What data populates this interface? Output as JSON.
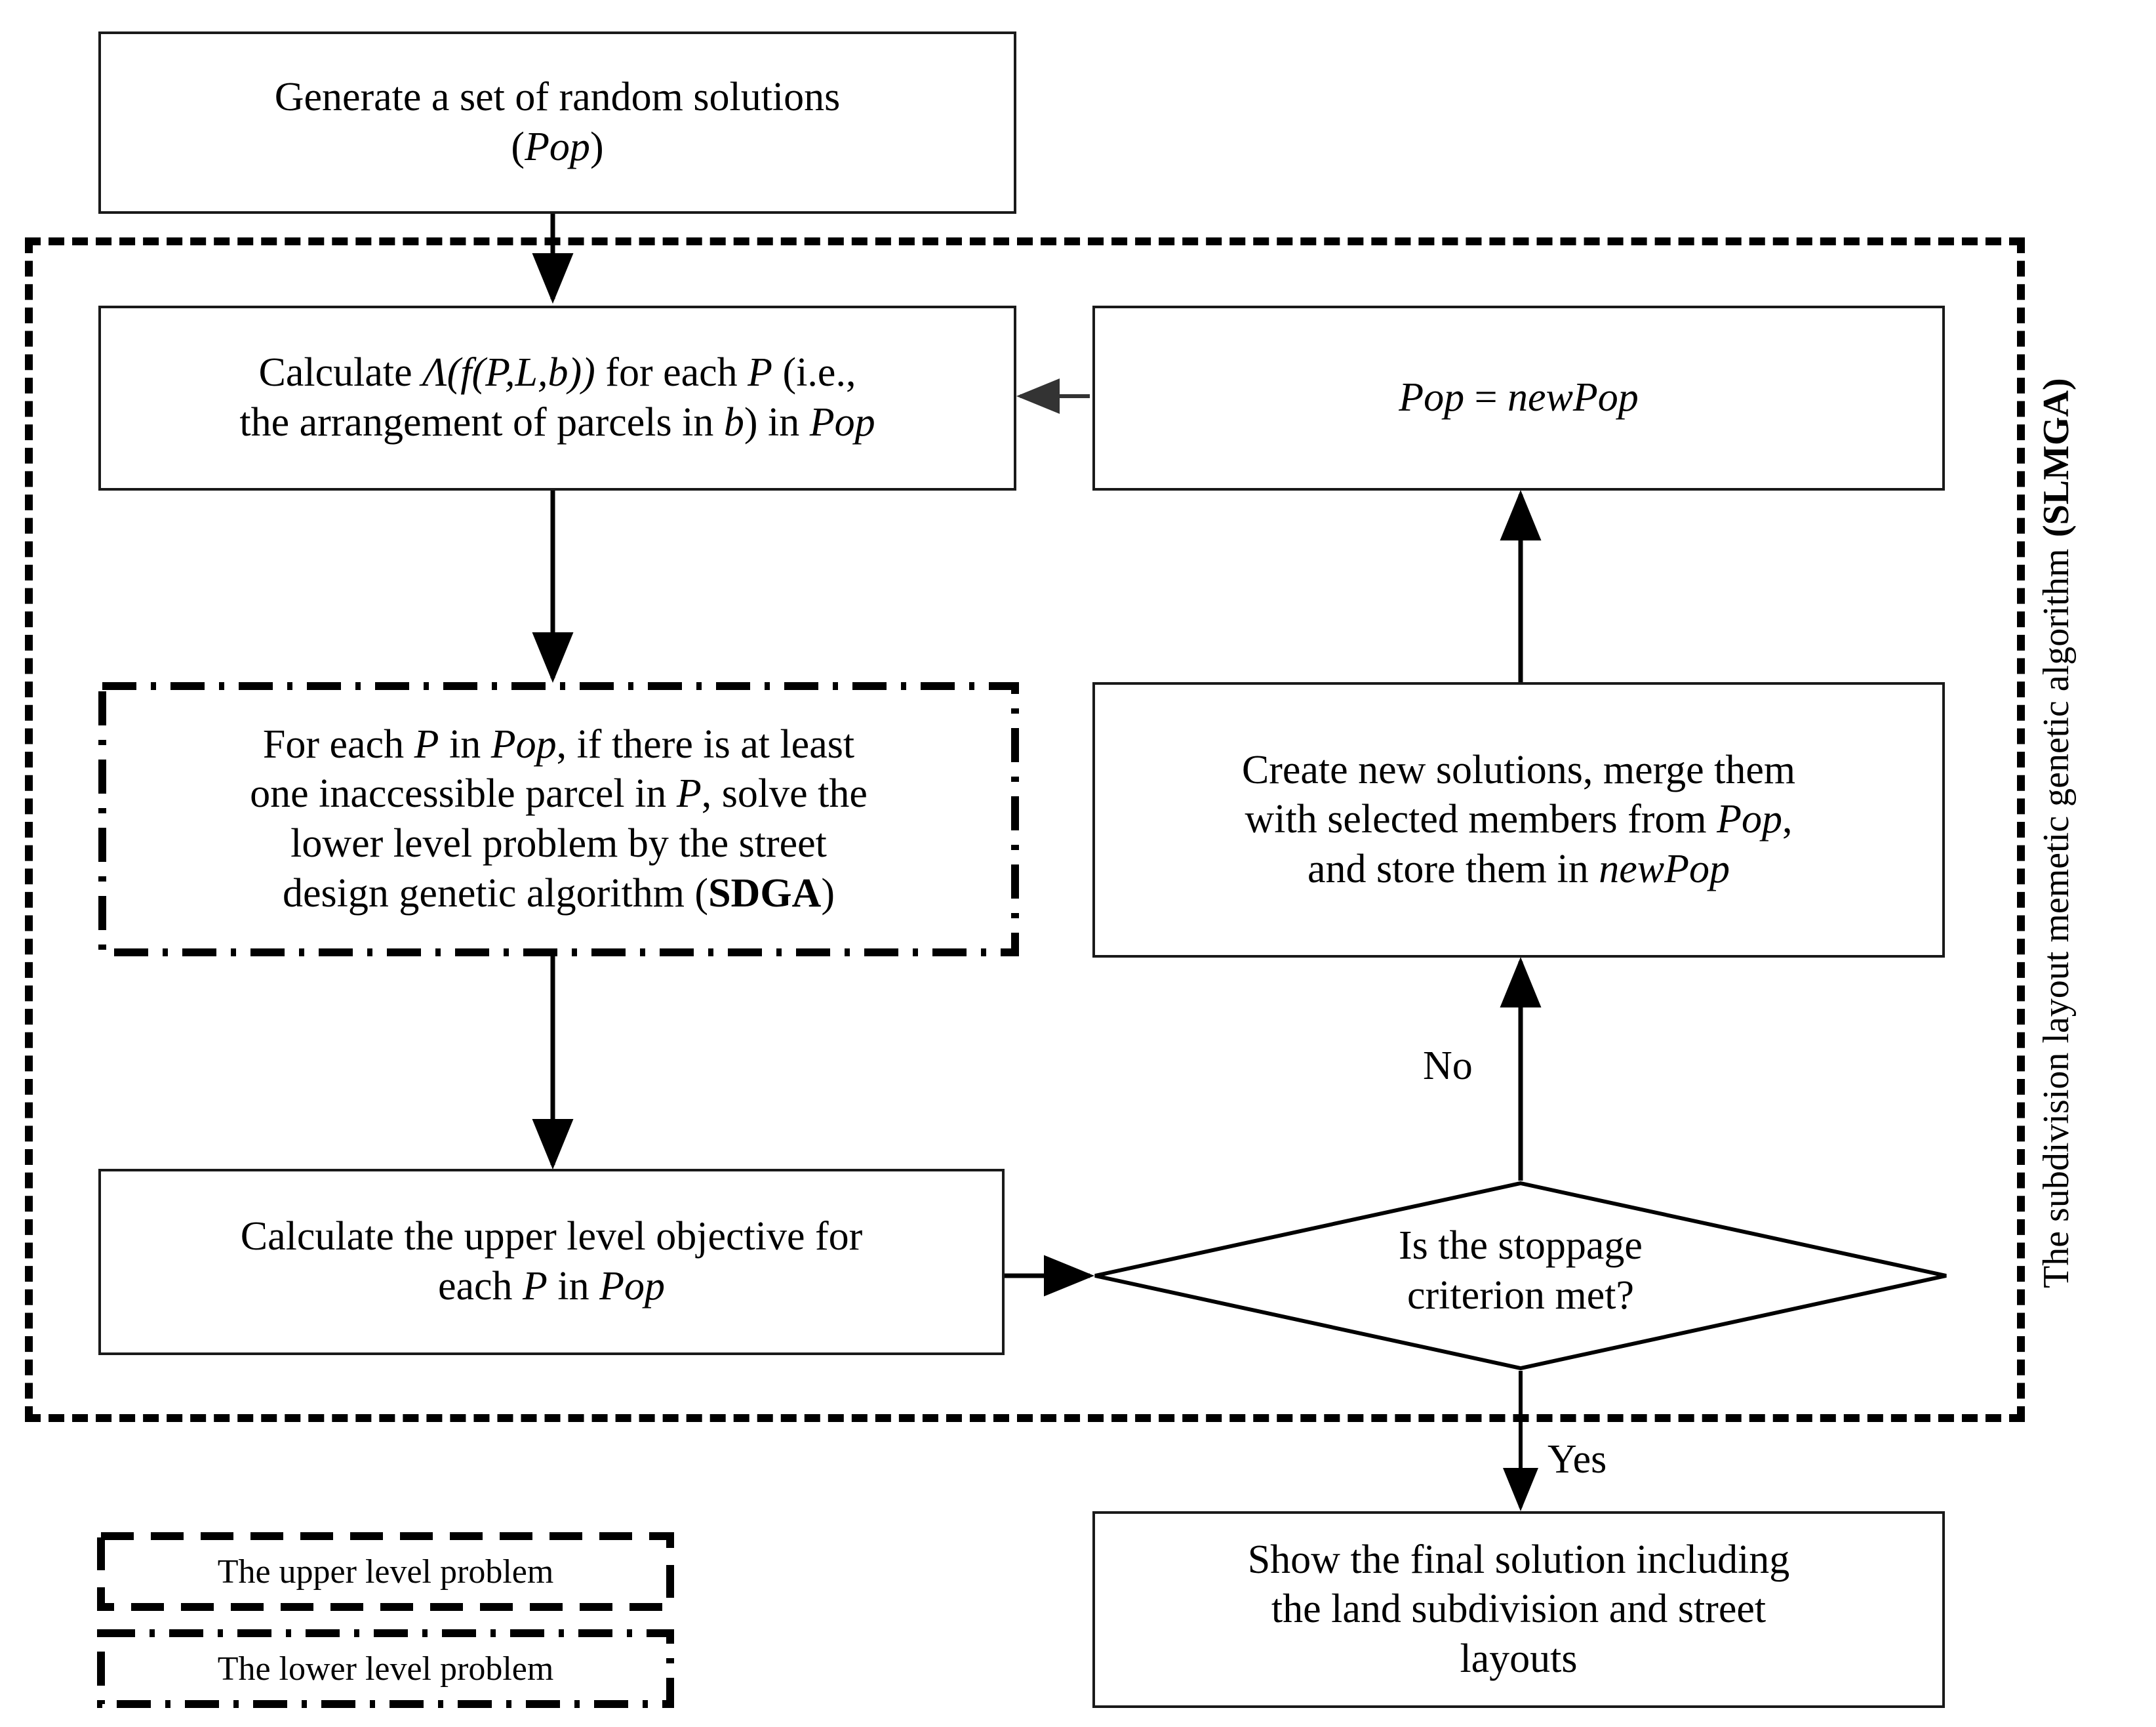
{
  "diagram": {
    "title": "SLMGA flowchart",
    "container_label_line1": "The subdivision layout memetic genetic algorithm",
    "container_label_line2": "(SLMGA)",
    "container_label_bold_part": "SLMGA"
  },
  "nodes": {
    "generate": {
      "line1": "Generate a set of random solutions",
      "line2_open": "(",
      "line2_italic": "Pop",
      "line2_close": ")"
    },
    "calculate_lambda": {
      "seg1": "Calculate ",
      "lambda": "Λ(",
      "f": "f",
      "args": "(P,L,b)",
      "close": ")",
      "seg2": " for each ",
      "p1": "P",
      "seg3": " (i.e.,",
      "line2a": "the arrangement of parcels in ",
      "b": "b",
      "line2b": ") in ",
      "pop": "Pop"
    },
    "sdga": {
      "l1a": "For each ",
      "l1p": "P",
      "l1b": " in ",
      "l1pop": "Pop",
      "l1c": ", if there is at least",
      "l2a": "one inaccessible parcel in ",
      "l2p": "P",
      "l2b": ", solve the",
      "l3": "lower level problem by the street",
      "l4a": "design genetic algorithm (",
      "l4b": "SDGA",
      "l4c": ")"
    },
    "upper_objective": {
      "line1": "Calculate the upper level objective for",
      "line2a": "each ",
      "line2p": "P",
      "line2b": " in ",
      "line2pop": "Pop"
    },
    "pop_assign": {
      "lhs": "Pop",
      "eq": " = ",
      "rhs": "newPop"
    },
    "create_new": {
      "line1": "Create new solutions, merge them",
      "line2a": "with selected members from  ",
      "line2pop": "Pop",
      "line2b": ",",
      "line3a": "and store them in  ",
      "line3pop": "newPop"
    },
    "decision": {
      "line1": "Is the stoppage",
      "line2": "criterion met?"
    },
    "final": {
      "line1": "Show the final solution including",
      "line2": "the land subdivision and street",
      "line3": "layouts"
    }
  },
  "edges": {
    "no_label": "No",
    "yes_label": "Yes"
  },
  "legend": {
    "upper": "The upper level problem",
    "lower": "The lower level problem"
  },
  "colors": {
    "stroke": "#000000",
    "box_border": "#1a1a1a",
    "background": "#ffffff",
    "thin_arrow": "#555555"
  }
}
